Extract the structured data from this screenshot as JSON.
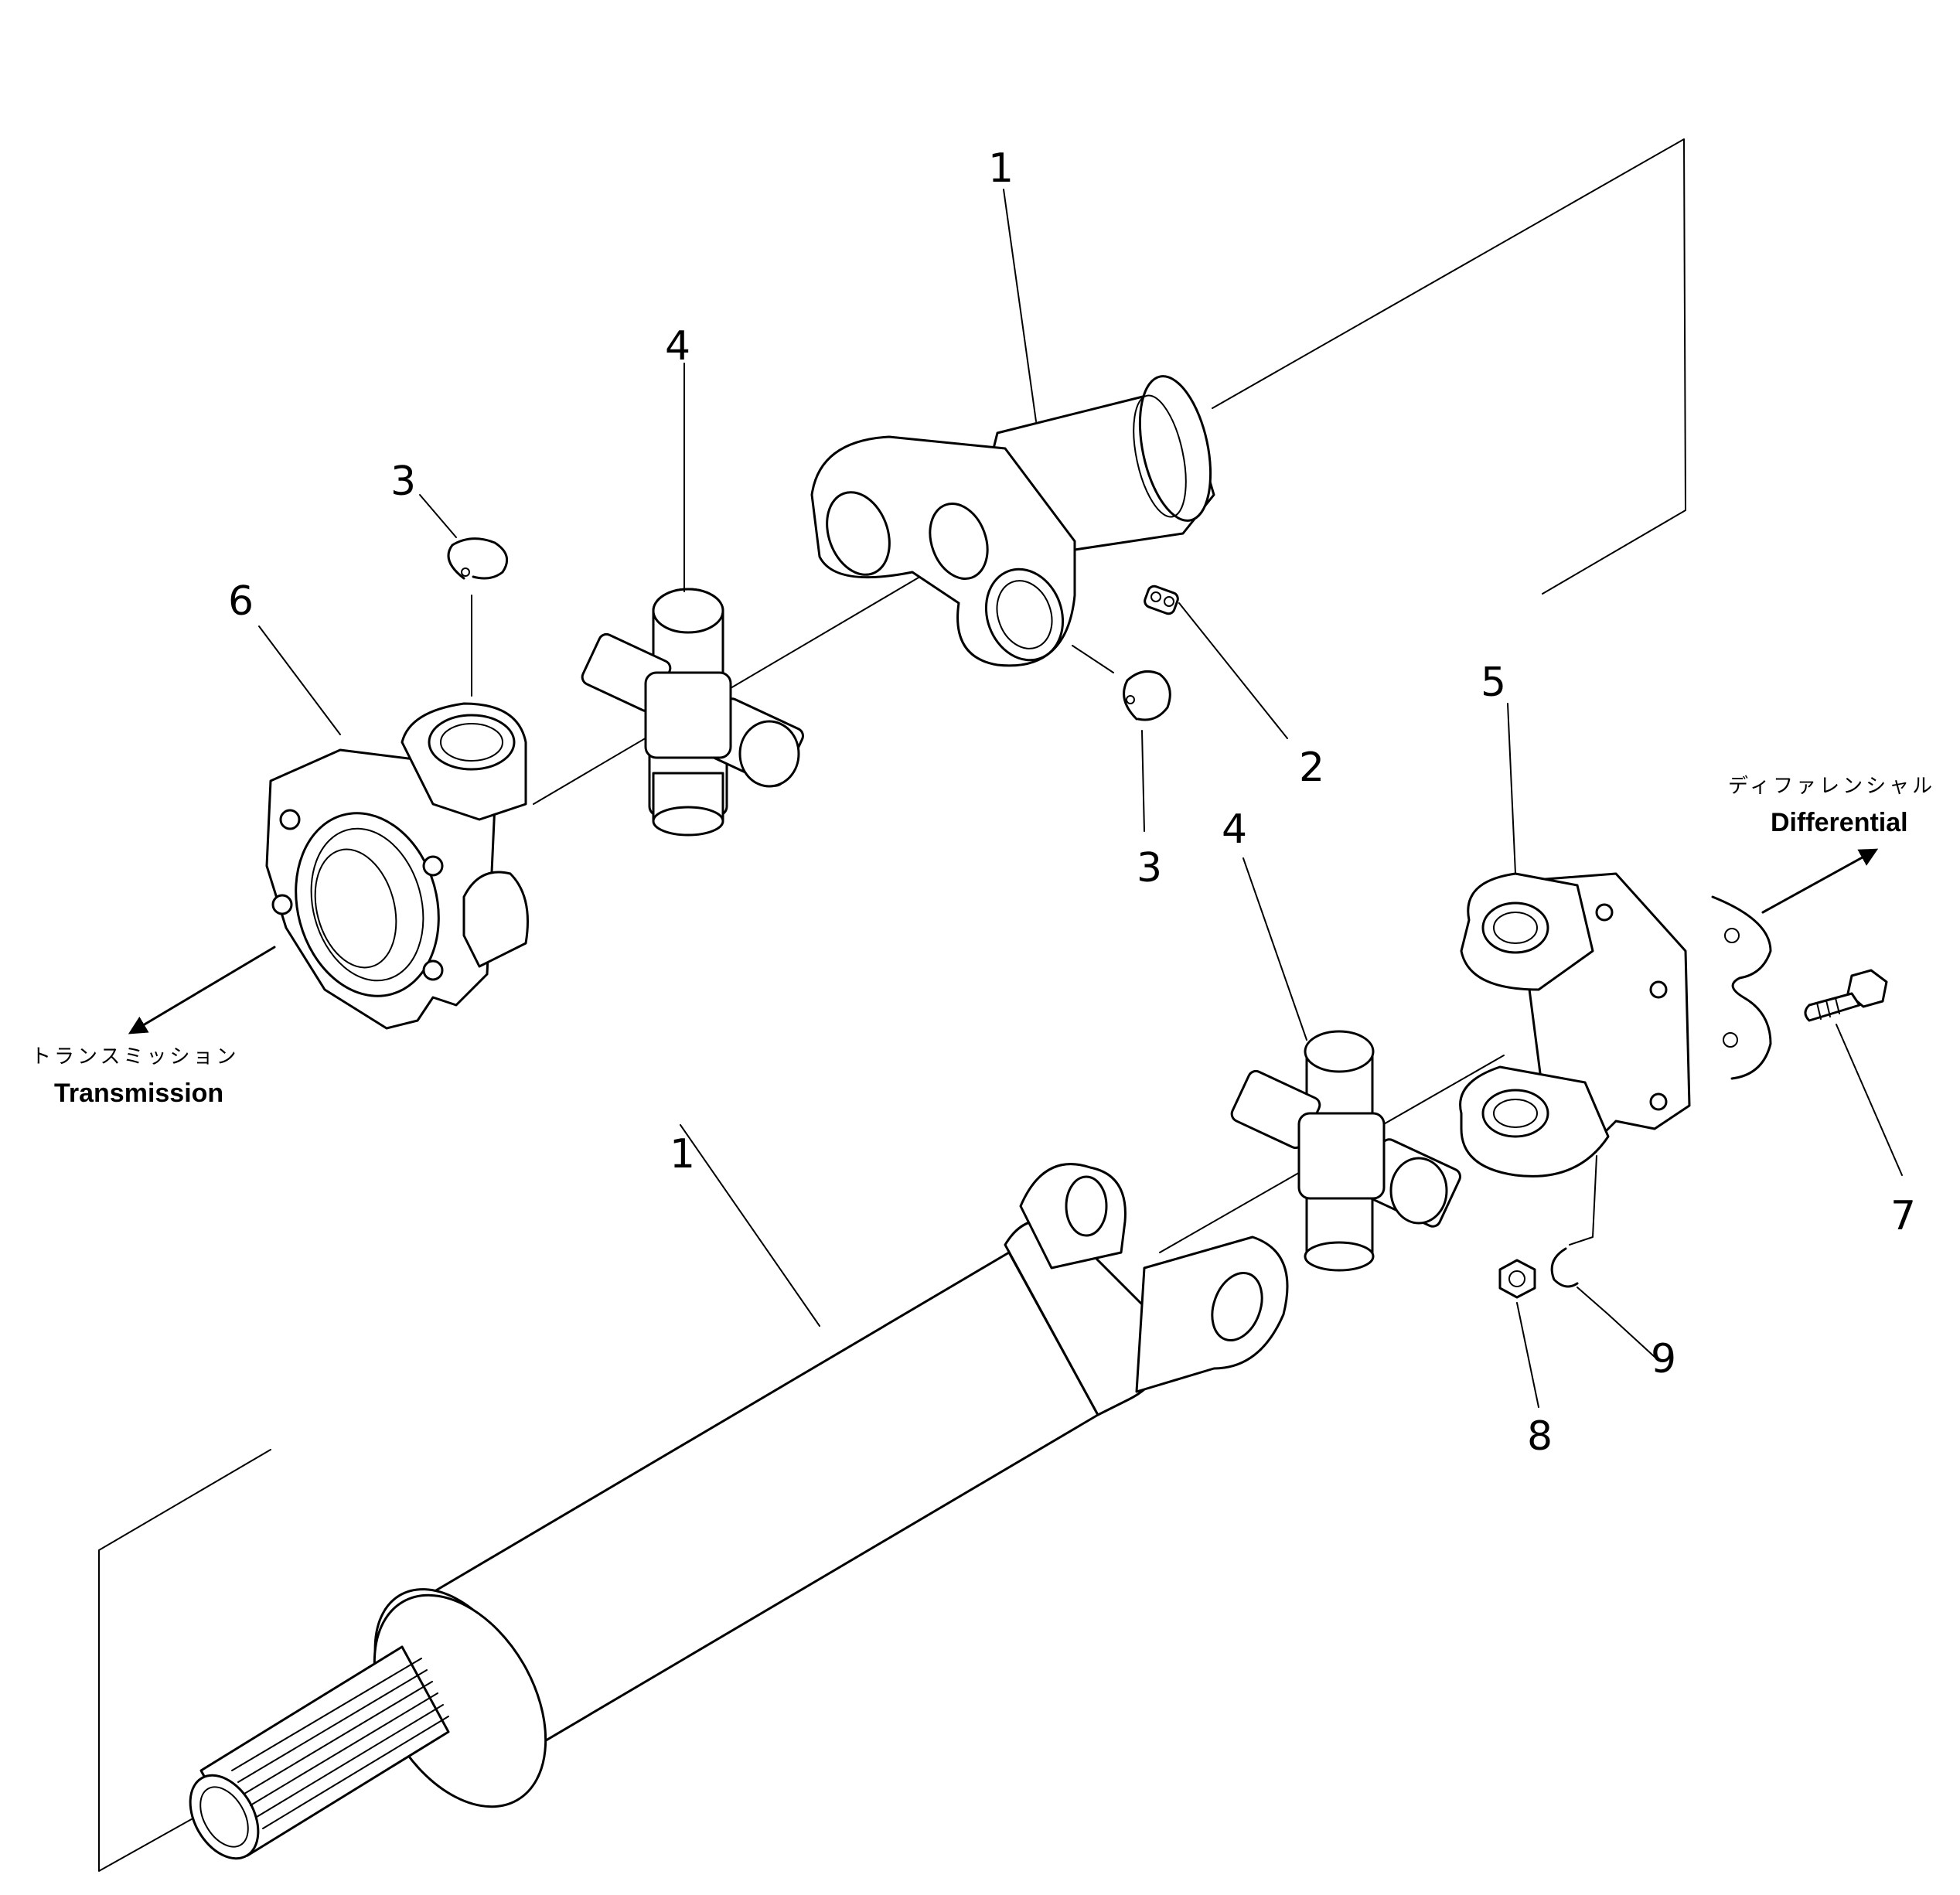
{
  "callouts": {
    "c1_top": "1",
    "c1_bottom": "1",
    "c2": "2",
    "c3_left": "3",
    "c3_mid": "3",
    "c4_top": "4",
    "c4_bottom": "4",
    "c5": "5",
    "c6": "6",
    "c7": "7",
    "c8": "8",
    "c9": "9"
  },
  "labels": {
    "transmission_jp": "トランスミッション",
    "transmission_en": "Transmission",
    "differential_jp": "ディファレンシャル",
    "differential_en": "Differential"
  },
  "icons": {
    "transmission_direction": "arrow-down-left-icon",
    "differential_direction": "arrow-up-right-icon"
  }
}
